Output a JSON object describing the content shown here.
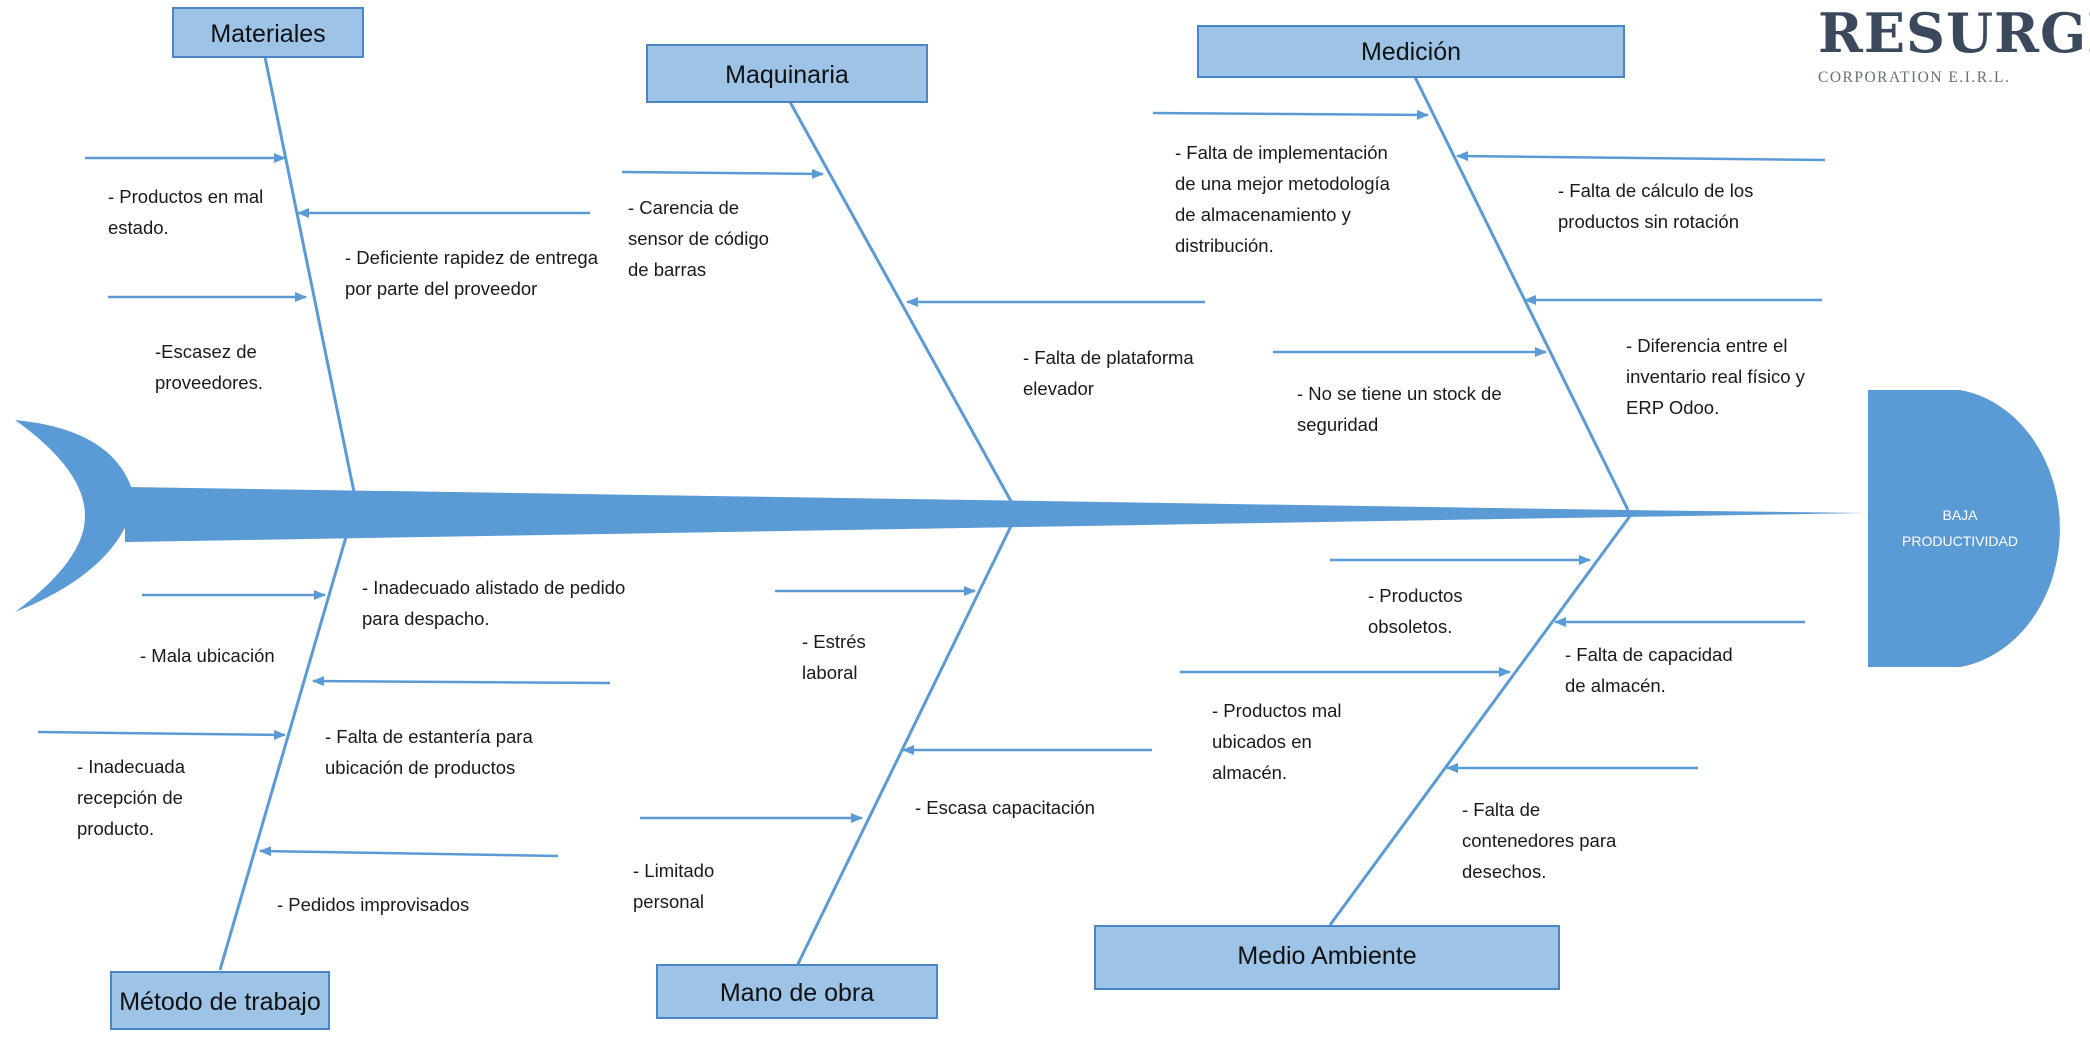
{
  "logo": {
    "name": "RESURGE",
    "subtitle": "CORPORATION E.I.R.L."
  },
  "effect": {
    "line1": "BAJA",
    "line2": "PRODUCTIVIDAD"
  },
  "colors": {
    "bone": "#5B9BD5",
    "box_fill": "#9DC3E6",
    "box_stroke": "#4A86C6",
    "head_fill": "#5B9BD5"
  },
  "categories": {
    "materiales": {
      "label": "Materiales",
      "causes": [
        [
          "- Productos en mal",
          "estado."
        ],
        [
          "- Deficiente rapidez de entrega",
          "por parte del proveedor"
        ],
        [
          "-Escasez de",
          "proveedores."
        ]
      ]
    },
    "maquinaria": {
      "label": "Maquinaria",
      "causes": [
        [
          "- Carencia de",
          "sensor de código",
          "de barras"
        ],
        [
          "- Falta de plataforma",
          "elevador"
        ]
      ]
    },
    "medicion": {
      "label": "Medición",
      "causes": [
        [
          "- Falta de implementación",
          "de una mejor metodología",
          "de almacenamiento y",
          "distribución."
        ],
        [
          "-  Falta de cálculo de los",
          "productos sin rotación"
        ],
        [
          "- Diferencia entre el",
          "inventario real físico y",
          "ERP Odoo."
        ],
        [
          "-  No se tiene un stock de",
          "seguridad"
        ]
      ]
    },
    "metodo": {
      "label": "Método de trabajo",
      "causes": [
        [
          "- Inadecuado alistado de pedido",
          "para despacho."
        ],
        [
          "- Mala ubicación"
        ],
        [
          "- Falta de estantería para",
          "ubicación de productos"
        ],
        [
          "- Inadecuada",
          "recepción de",
          "producto."
        ],
        [
          "- Pedidos  improvisados"
        ]
      ]
    },
    "mano_obra": {
      "label": "Mano de obra",
      "causes": [
        [
          "- Estrés",
          "laboral"
        ],
        [
          "- Escasa capacitación"
        ],
        [
          "- Limitado",
          "personal"
        ]
      ]
    },
    "medio_ambiente": {
      "label": "Medio Ambiente",
      "causes": [
        [
          "- Productos",
          "obsoletos."
        ],
        [
          "- Falta de capacidad",
          "de almacén."
        ],
        [
          "- Productos mal",
          "ubicados en",
          "almacén."
        ],
        [
          "- Falta de",
          "contenedores para",
          "desechos."
        ]
      ]
    }
  }
}
